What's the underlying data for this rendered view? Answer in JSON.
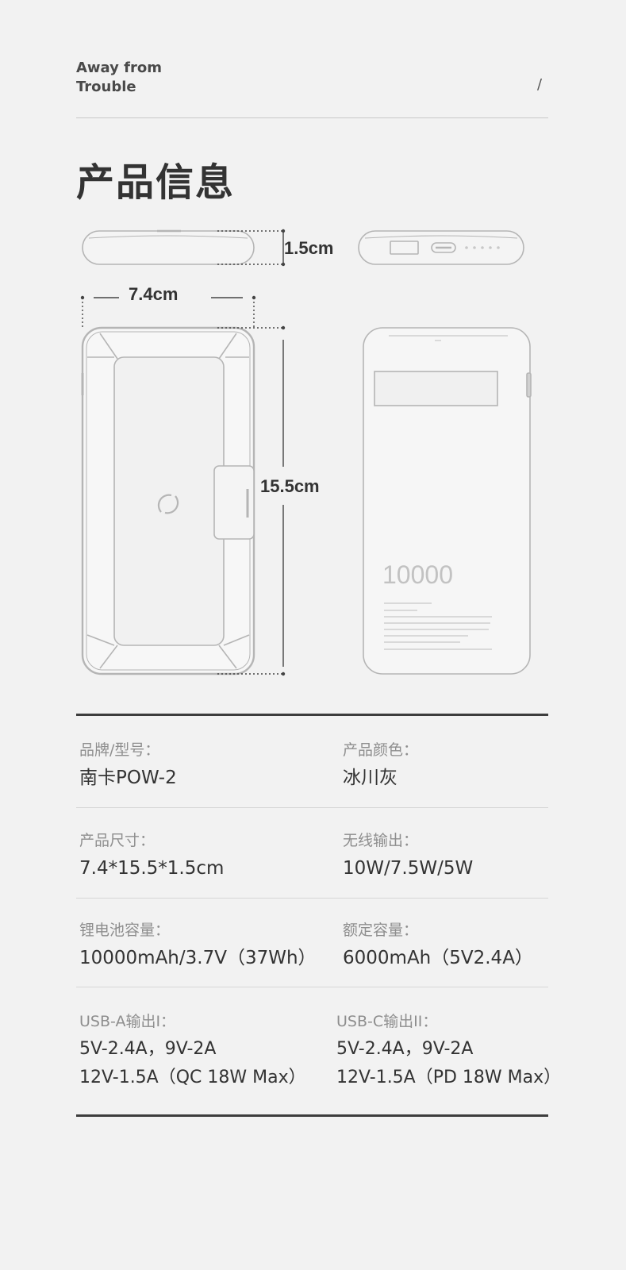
{
  "header": {
    "brand_line1": "Away from",
    "brand_line2": "Trouble",
    "slash": "/"
  },
  "title": "产品信息",
  "dimensions": {
    "thickness": "1.5cm",
    "width": "7.4cm",
    "height": "15.5cm"
  },
  "device": {
    "capacity_print": "10000"
  },
  "specs": [
    {
      "label": "品牌/型号：",
      "value": "南卡POW-2"
    },
    {
      "label": "产品颜色：",
      "value": "冰川灰"
    },
    {
      "label": "产品尺寸：",
      "value": "7.4*15.5*1.5cm"
    },
    {
      "label": "无线输出：",
      "value": "10W/7.5W/5W"
    },
    {
      "label": "锂电池容量：",
      "value": "10000mAh/3.7V（37Wh）"
    },
    {
      "label": "额定容量：",
      "value": "6000mAh（5V2.4A）"
    },
    {
      "label": "USB-A输出I：",
      "value_line1": "5V-2.4A，9V-2A",
      "value_line2": "12V-1.5A（QC 18W Max）"
    },
    {
      "label": "USB-C输出II：",
      "value_line1": "5V-2.4A，9V-2A",
      "value_line2": "12V-1.5A（PD 18W Max）"
    }
  ],
  "colors": {
    "background": "#f2f2f2",
    "line_drawing": "#b5b5b5",
    "dark_rule": "#3d3d3d",
    "label_gray": "#8e8e8e"
  }
}
